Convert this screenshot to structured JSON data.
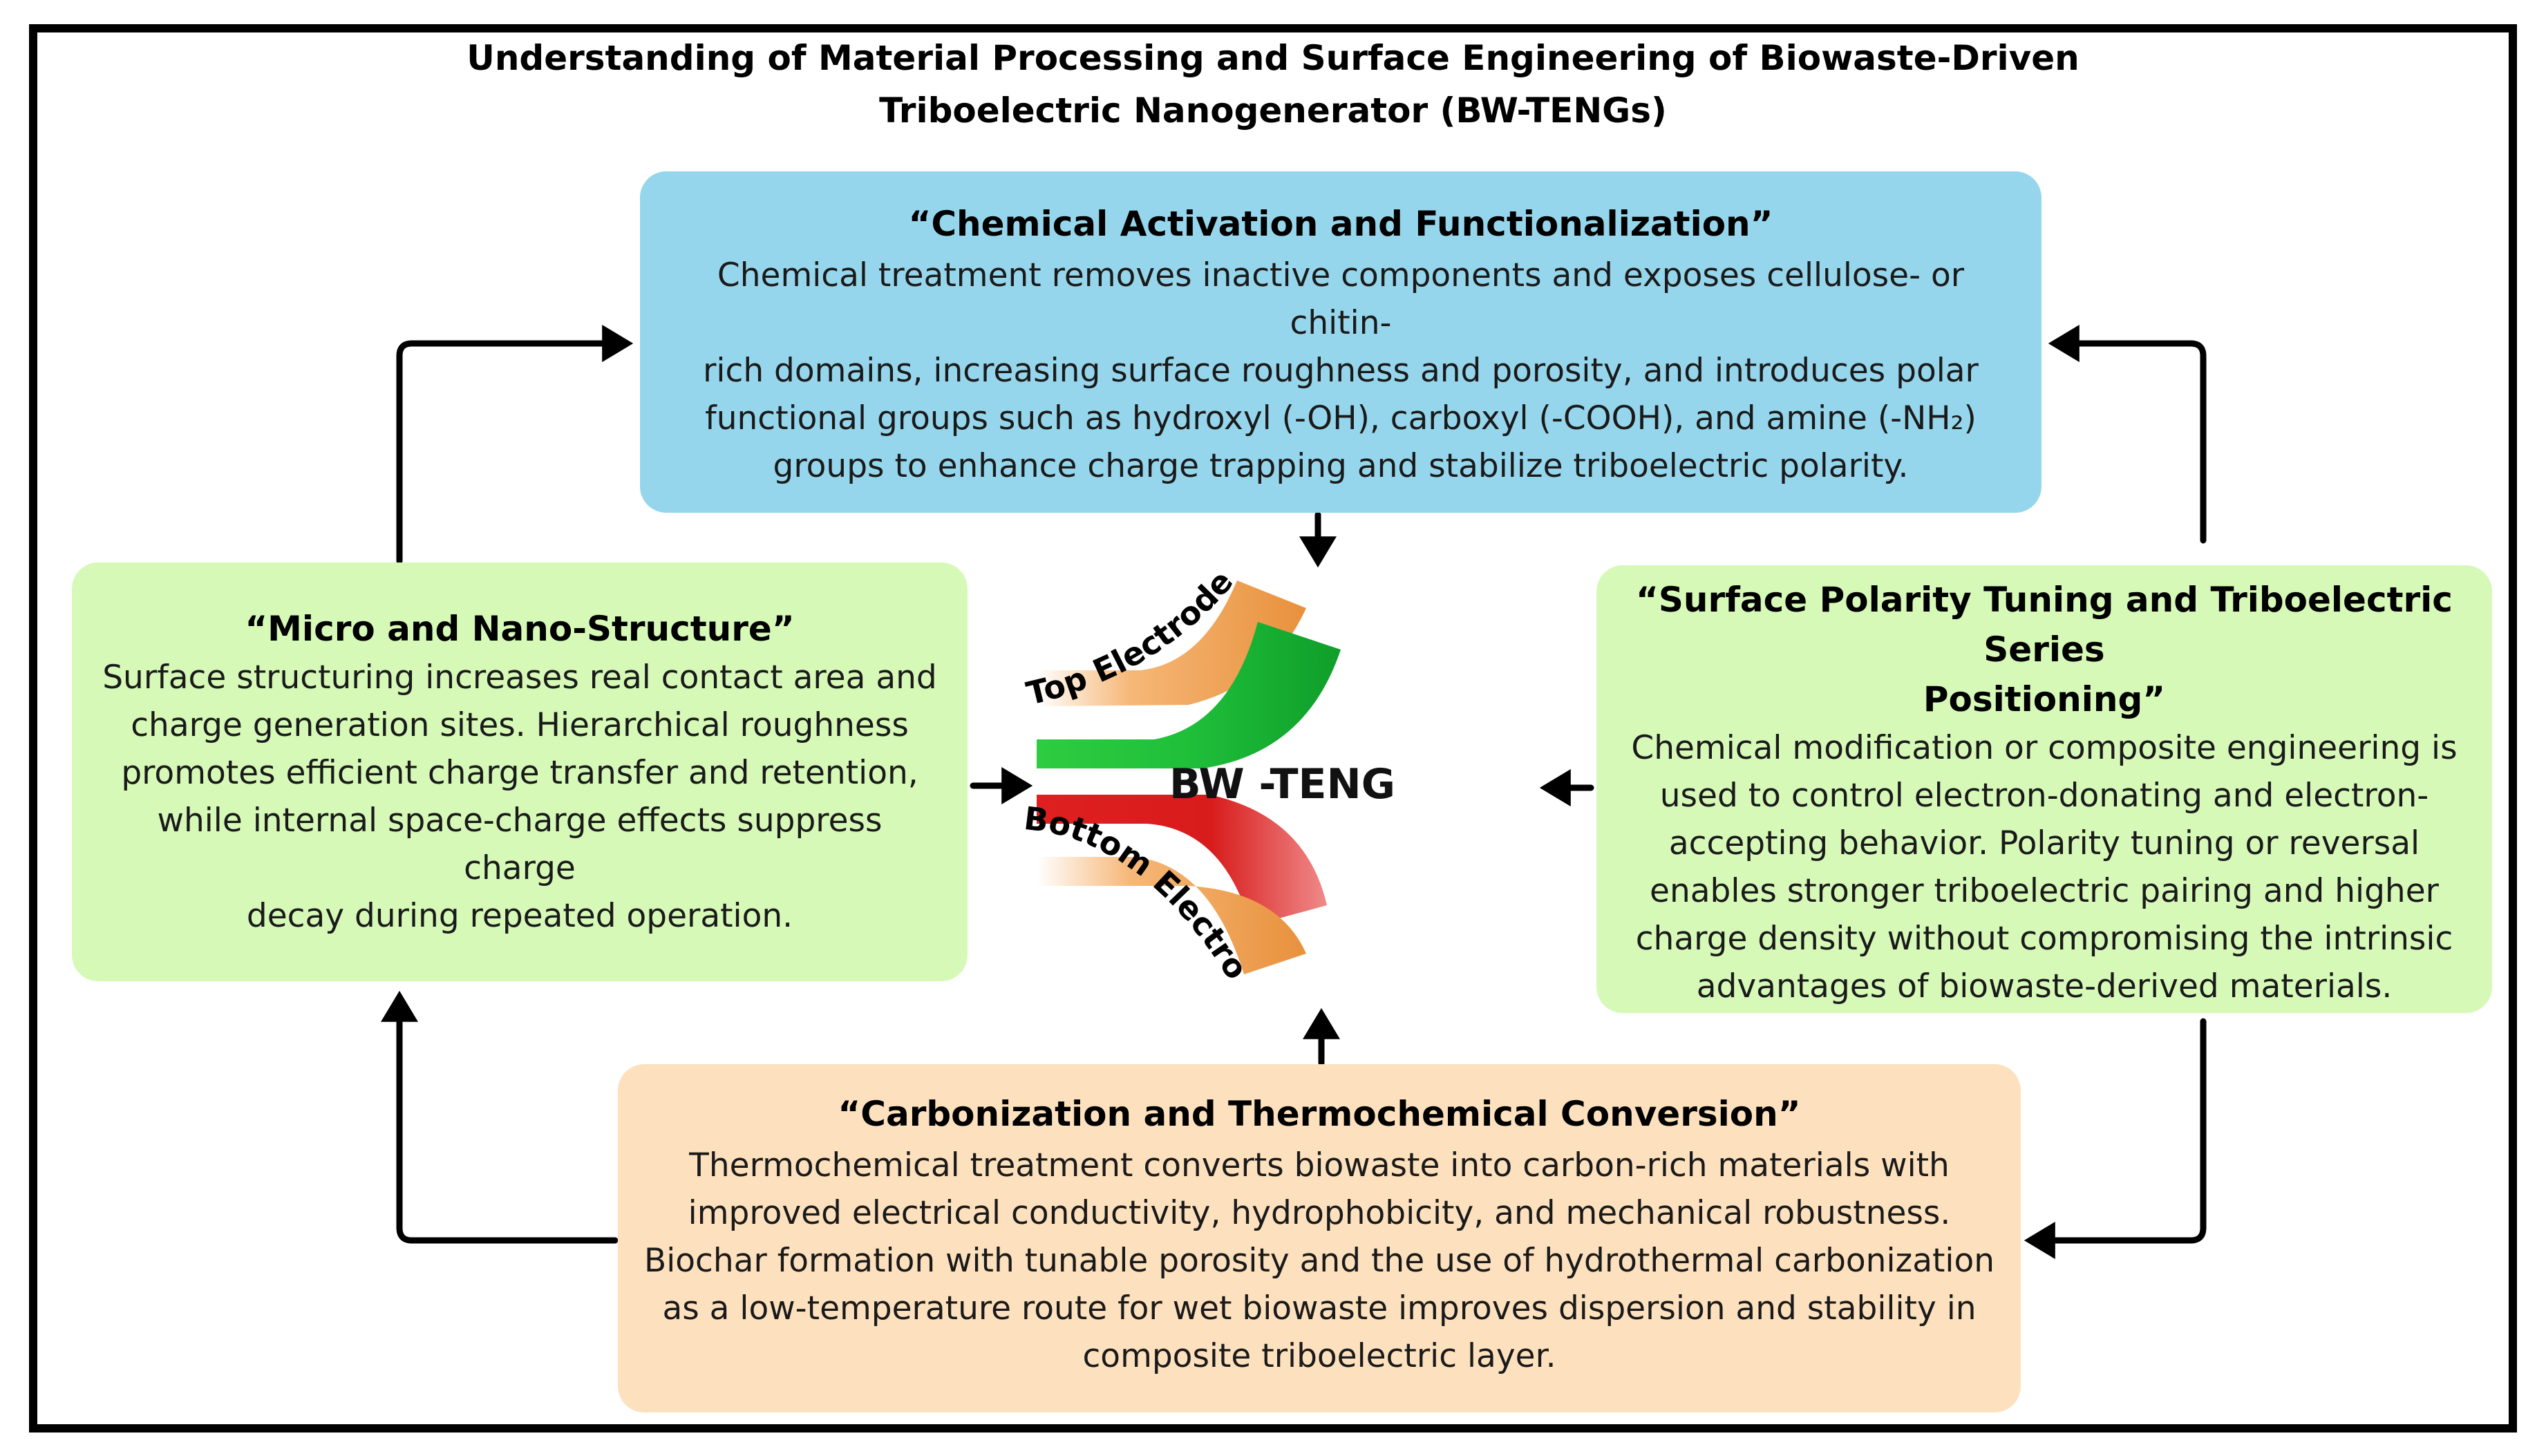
{
  "title": {
    "line1": "Understanding of Material Processing and Surface Engineering of Biowaste-Driven",
    "line2": "Triboelectric Nanogenerator (BW-TENGs)"
  },
  "boxes": {
    "chemical": {
      "heading": "“Chemical Activation and Functionalization”",
      "lines": [
        "Chemical treatment removes inactive components and exposes cellulose- or chitin-",
        "rich domains, increasing surface roughness and porosity, and introduces polar",
        "functional groups such as hydroxyl (-OH), carboxyl (-COOH), and amine (-NH₂)",
        "groups to enhance charge trapping and stabilize triboelectric polarity."
      ],
      "color": "#96d6ec"
    },
    "micro": {
      "heading": "“Micro and Nano-Structure”",
      "lines": [
        "Surface structuring increases real contact area and",
        "charge generation sites. Hierarchical roughness",
        "promotes efficient charge transfer and retention,",
        "while internal space-charge effects suppress charge",
        "decay during repeated operation."
      ],
      "color": "#d6f9b8"
    },
    "polarity": {
      "heading_line1": "“Surface Polarity Tuning and Triboelectric Series",
      "heading_line2": "Positioning”",
      "lines": [
        "Chemical modification or composite engineering is",
        "used to control electron-donating and electron-",
        "accepting behavior. Polarity tuning or reversal",
        "enables stronger triboelectric pairing and higher",
        "charge density without compromising the intrinsic",
        "advantages of biowaste-derived materials."
      ],
      "color": "#d6f9b8"
    },
    "carbonization": {
      "heading": "“Carbonization and Thermochemical Conversion”",
      "lines": [
        "Thermochemical treatment converts biowaste into carbon-rich materials with",
        "improved electrical conductivity, hydrophobicity, and mechanical robustness.",
        "Biochar formation with tunable porosity and the use of hydrothermal carbonization",
        "as a low-temperature route for wet biowaste improves dispersion and stability in",
        "composite triboelectric layer."
      ],
      "color": "#fde1be"
    }
  },
  "device": {
    "center_label": "BW -TENG",
    "top_label": "Top Electrode",
    "bottom_label": "Bottom Electrode",
    "colors": {
      "electrode": "#f4a460",
      "top_layer": "#1fbf3a",
      "bottom_layer": "#e02020"
    }
  }
}
